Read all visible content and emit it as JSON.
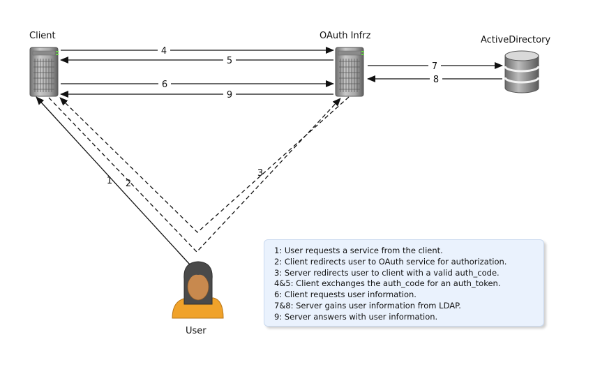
{
  "nodes": {
    "client": "Client",
    "oauth": "OAuth Infrz",
    "ad": "ActiveDirectory",
    "user": "User"
  },
  "arrows": {
    "a1": "1",
    "a2": "2",
    "a3": "3",
    "a4": "4",
    "a5": "5",
    "a6": "6",
    "a7": "7",
    "a8": "8",
    "a9": "9"
  },
  "legend": [
    "1: User requests a service from the client.",
    "2: Client redirects user to OAuth service for authorization.",
    "3: Server redirects user to client with a valid auth_code.",
    "4&5: Client exchanges the auth_code for an auth_token.",
    "6: Client requests user information.",
    "7&8: Server gains user information from LDAP.",
    "9: Server answers with user information."
  ],
  "colors": {
    "legend_bg": "#eaf2fd",
    "user_skin": "#c8894e",
    "user_shirt": "#f0a22a",
    "user_hair": "#4a4a4a",
    "server_body": "#9a9a9a"
  }
}
